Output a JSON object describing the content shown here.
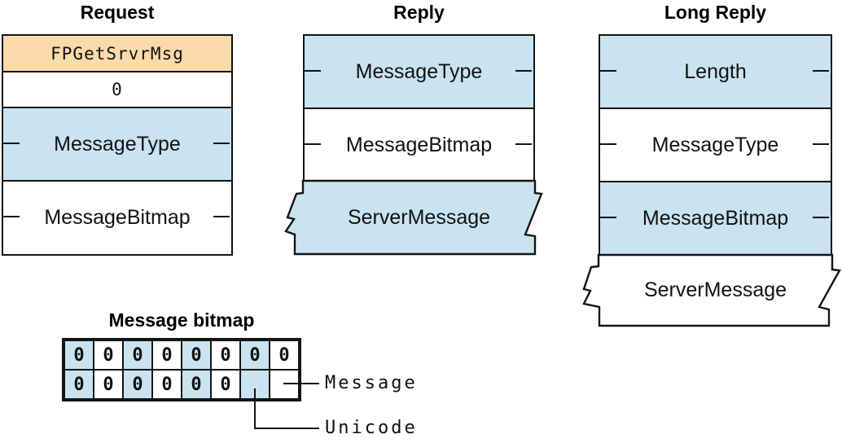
{
  "palette": {
    "field_blue": "#c9e3f0",
    "field_orange": "#fbdaa9",
    "line": "#141414",
    "background": "#ffffff"
  },
  "columns": {
    "request": {
      "title": "Request",
      "rows": [
        {
          "label": "FPGetSrvrMsg"
        },
        {
          "label": "0"
        },
        {
          "label": "MessageType"
        },
        {
          "label": "MessageBitmap"
        }
      ]
    },
    "reply": {
      "title": "Reply",
      "rows": [
        {
          "label": "MessageType"
        },
        {
          "label": "MessageBitmap"
        },
        {
          "label": "ServerMessage"
        }
      ]
    },
    "long_reply": {
      "title": "Long Reply",
      "rows": [
        {
          "label": "Length"
        },
        {
          "label": "MessageType"
        },
        {
          "label": "MessageBitmap"
        },
        {
          "label": "ServerMessage"
        }
      ]
    }
  },
  "bitmap": {
    "title": "Message bitmap",
    "rows": [
      {
        "cells": [
          "0",
          "0",
          "0",
          "0",
          "0",
          "0",
          "0",
          "0"
        ]
      },
      {
        "cells": [
          "0",
          "0",
          "0",
          "0",
          "0",
          "0",
          "",
          ""
        ]
      }
    ],
    "labels": {
      "message": "Message",
      "unicode": "Unicode"
    }
  }
}
